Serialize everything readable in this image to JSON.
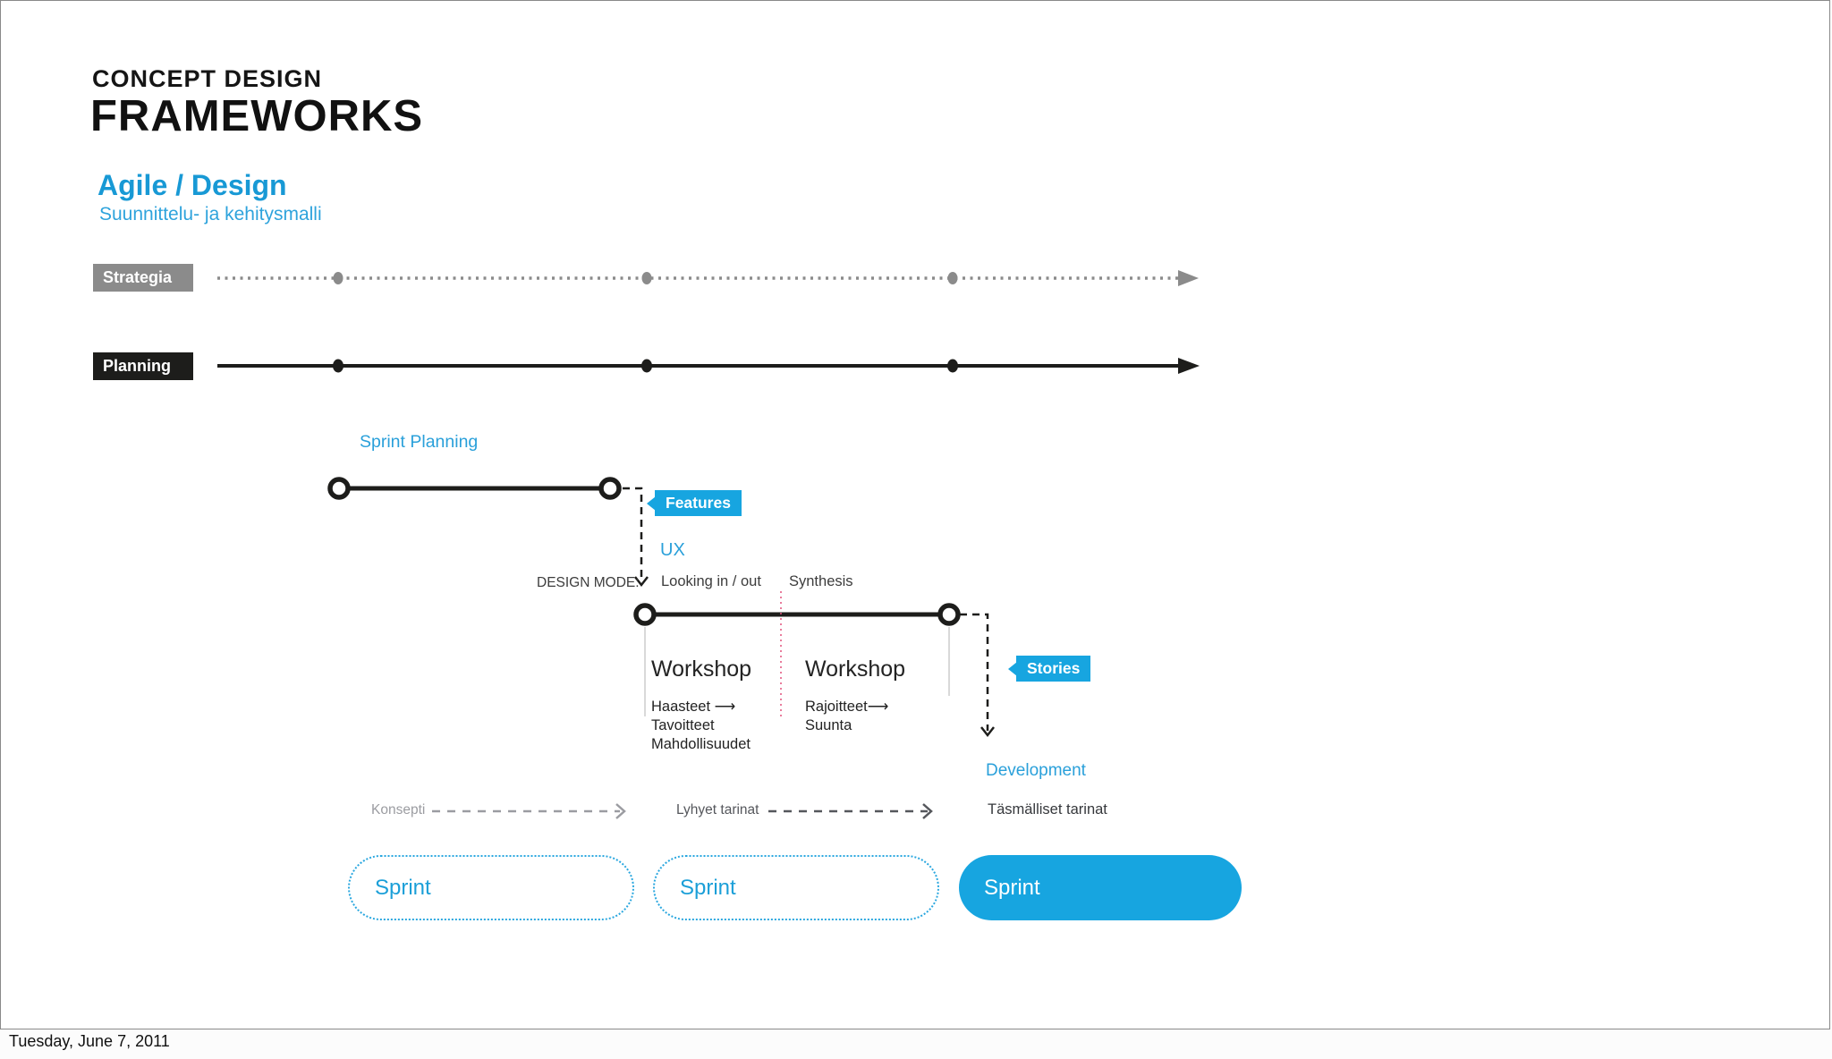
{
  "slide": {
    "kicker": "CONCEPT DESIGN",
    "title": "FRAMEWORKS",
    "heading": "Agile / Design",
    "subheading": "Suunnittelu- ja kehitysmalli",
    "footer_date": "Tuesday, June 7, 2011"
  },
  "timeline": {
    "strategia_label": "Strategia",
    "planning_label": "Planning"
  },
  "diagram": {
    "sprint_planning_label": "Sprint Planning",
    "features_badge": "Features",
    "ux_label": "UX",
    "design_mode_label": "DESIGN MODE:",
    "looking_label": "Looking in / out",
    "synthesis_label": "Synthesis",
    "workshop1": {
      "title": "Workshop",
      "lines": [
        "Haasteet  ⟶",
        "Tavoitteet",
        "Mahdollisuudet"
      ]
    },
    "workshop2": {
      "title": "Workshop",
      "lines": [
        "Rajoitteet⟶",
        "Suunta"
      ]
    },
    "stories_badge": "Stories",
    "development_label": "Development",
    "konsepti_label": "Konsepti",
    "lyhyet_label": "Lyhyet tarinat",
    "tasmalliset_label": "Täsmälliset tarinat",
    "sprints": [
      {
        "label": "Sprint",
        "style": "dotted"
      },
      {
        "label": "Sprint",
        "style": "dotted"
      },
      {
        "label": "Sprint",
        "style": "filled"
      }
    ]
  },
  "colors": {
    "accent_blue": "#17a5e0",
    "heading_blue": "#1899d5",
    "light_blue": "#2ea3dc",
    "strategia_gray": "#8b8b8b",
    "planning_black": "#1d1d1b",
    "divider_pink": "#e2517c",
    "muted_gray": "#9b9ca1"
  }
}
